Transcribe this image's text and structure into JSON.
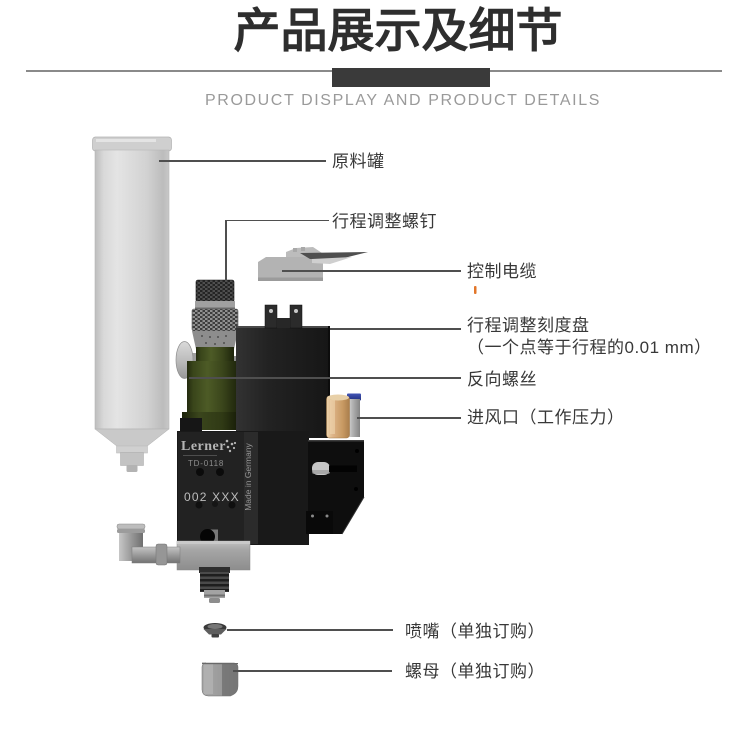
{
  "header": {
    "title": "产品展示及细节",
    "subtitle": "PRODUCT DISPLAY AND PRODUCT DETAILS"
  },
  "callouts": {
    "raw_tank": "原料罐",
    "stroke_adjust_screw": "行程调整螺钉",
    "control_cable": "控制电缆",
    "stroke_dial": "行程调整刻度盘",
    "stroke_dial_note": "（一个点等于行程的0.01 mm）",
    "reverse_screw": "反向螺丝",
    "air_inlet": "进风口（工作压力）",
    "nozzle": "喷嘴（单独订购）",
    "nut": "螺母（单独订购）"
  },
  "product_markings": {
    "brand": "Lerner",
    "model": "TD-0118",
    "serial": "002 XXX",
    "origin": "Made in Germany"
  },
  "colors": {
    "title_ink": "#2e2e2e",
    "subtitle_ink": "#9a9a9a",
    "divider_line": "#8a8a8a",
    "divider_block": "#3a3a3a",
    "label_ink": "#383838",
    "callout_line": "#4f4f4f",
    "tank_gray": "#d6d6d6",
    "valve_black": "#1c1c1c",
    "bottle_olive": "#3e491c",
    "air_fitting_beige": "#d3a878",
    "air_fitting_blue": "#2f3f9c",
    "base_gray": "#9b9b9b"
  }
}
